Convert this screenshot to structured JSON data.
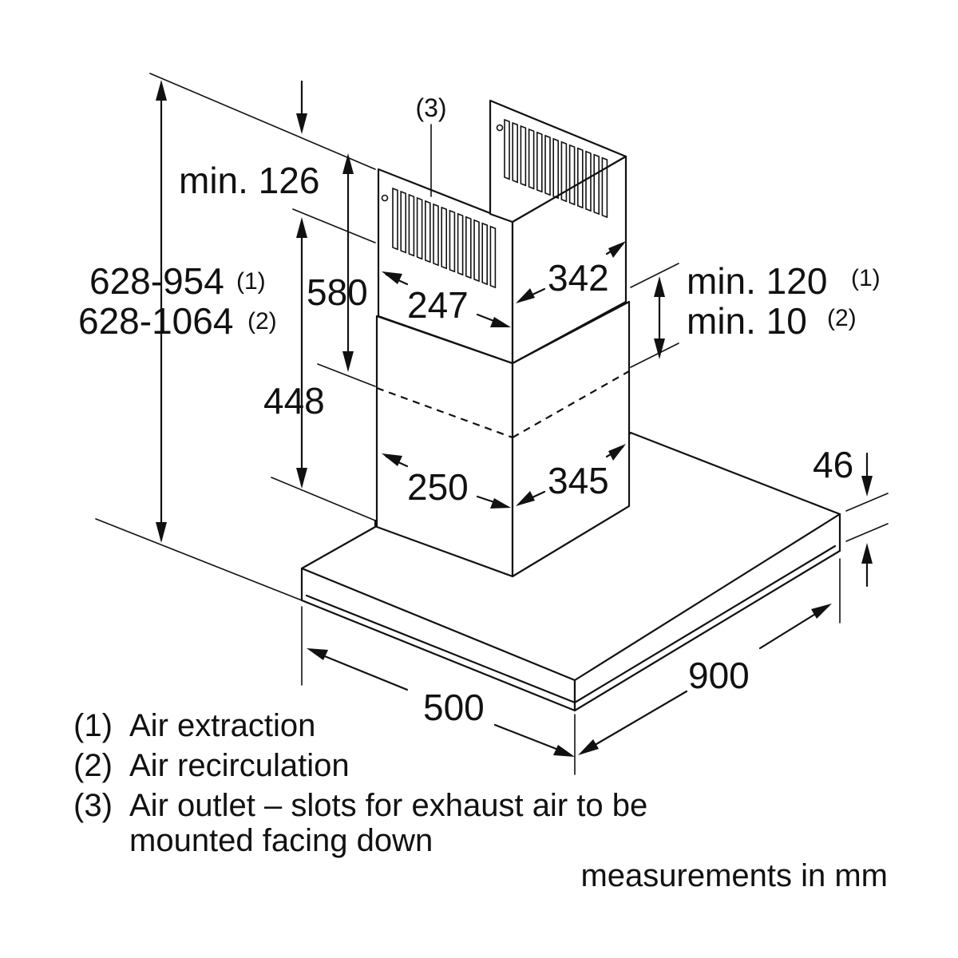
{
  "labels": {
    "callout_3": "(3)",
    "min_126": "min. 126",
    "dim_580": "580",
    "dim_448": "448",
    "height_1": "628-954",
    "height_1_ref": "(1)",
    "height_2": "628-1064",
    "height_2_ref": "(2)",
    "dim_247": "247",
    "dim_342": "342",
    "min_120": "min. 120",
    "min_120_ref": "(1)",
    "min_10": "min. 10",
    "min_10_ref": "(2)",
    "dim_250": "250",
    "dim_345": "345",
    "dim_46": "46",
    "dim_500": "500",
    "dim_900": "900"
  },
  "legend": [
    {
      "num": "(1)",
      "text": "Air extraction"
    },
    {
      "num": "(2)",
      "text": "Air recirculation"
    },
    {
      "num": "(3)",
      "text": "Air outlet – slots for exhaust air to be"
    },
    {
      "num": "",
      "text": "mounted facing down"
    }
  ],
  "units_note": "measurements in mm",
  "colors": {
    "ink": "#111111",
    "background": "#ffffff"
  }
}
